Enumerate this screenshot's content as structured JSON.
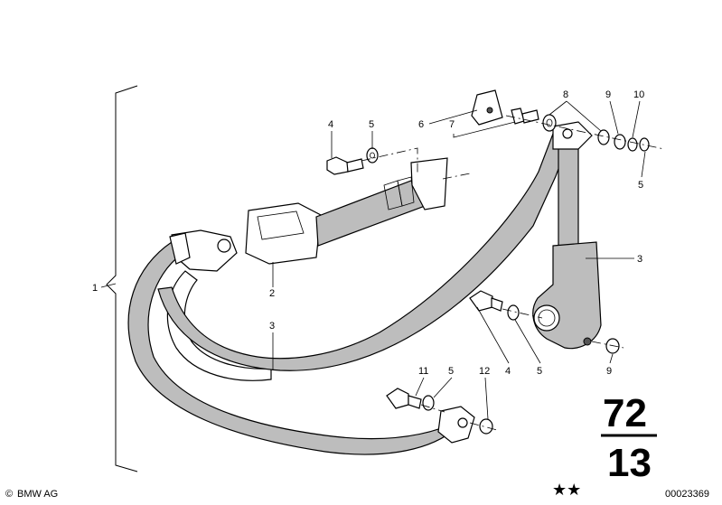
{
  "callouts": {
    "c1": "1",
    "c2": "2",
    "c3a": "3",
    "c3b": "3",
    "c4a": "4",
    "c4b": "4",
    "c5a": "5",
    "c5b": "5",
    "c5c": "5",
    "c5d": "5",
    "c6": "6",
    "c7": "7",
    "c8": "8",
    "c9a": "9",
    "c9b": "9",
    "c10": "10",
    "c11": "11",
    "c12": "12"
  },
  "group_number": {
    "top": "72",
    "bottom": "13"
  },
  "footer": {
    "copyright": "BMW AG",
    "copyright_symbol": "©",
    "stars": "★★",
    "diagram_id": "00023369"
  }
}
